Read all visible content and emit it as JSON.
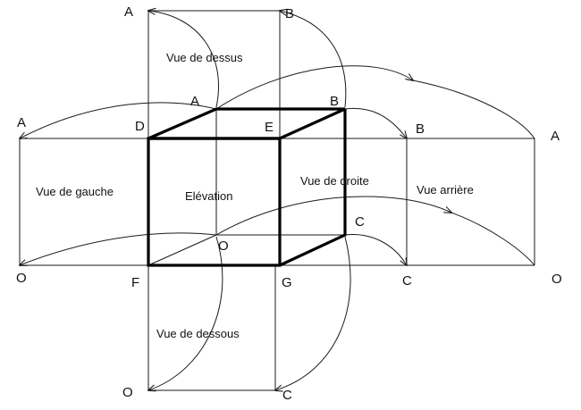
{
  "points": {
    "a_top_left": "A",
    "b_top_right": "B",
    "a_cube_back": "A",
    "b_cube_back": "B",
    "a_left": "A",
    "d": "D",
    "e": "E",
    "b_right": "B",
    "a_far_right": "A",
    "c_cube_back": "C",
    "o_cube_back": "O",
    "o_left": "O",
    "f": "F",
    "g": "G",
    "c_right": "C",
    "o_far_right": "O",
    "o_bottom": "O",
    "c_bottom": "C"
  },
  "views": {
    "top": "Vue de dessus",
    "left": "Vue de gauche",
    "front": "Elévation",
    "right": "Vue de droite",
    "back": "Vue arrière",
    "bottom": "Vue de dessous"
  }
}
